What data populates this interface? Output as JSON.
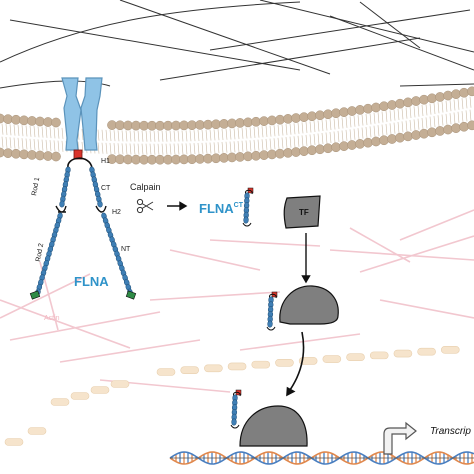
{
  "labels": {
    "h1": "H1",
    "ct": "CT",
    "h2": "H2",
    "nt": "NT",
    "rod1": "Rod 1",
    "rod2": "Rod 2",
    "flna": "FLNA",
    "calpain": "Calpain",
    "flna_ct_base": "FLNA",
    "flna_ct_sup": "CT",
    "tf": "TF",
    "actin": "Actin",
    "transcription": "Transcrip"
  },
  "colors": {
    "membrane_head": "#c4ae95",
    "membrane_edge": "#a89279",
    "receptor": "#8fc3e6",
    "receptor_edge": "#5b93bb",
    "rod": "#3f7fb5",
    "flna_text": "#2f93c9",
    "tf": "#7f7f7f",
    "actin": "#f2c7cf",
    "nucleus": "#f6e4cc",
    "dna_a": "#e0884d",
    "dna_b": "#4a7fc0",
    "red_tag": "#d9342b",
    "green_tag": "#2e8b46"
  },
  "icons": [
    "scissors-icon",
    "arrow-right-icon",
    "arrow-down-icon",
    "transcription-arrow-icon"
  ]
}
